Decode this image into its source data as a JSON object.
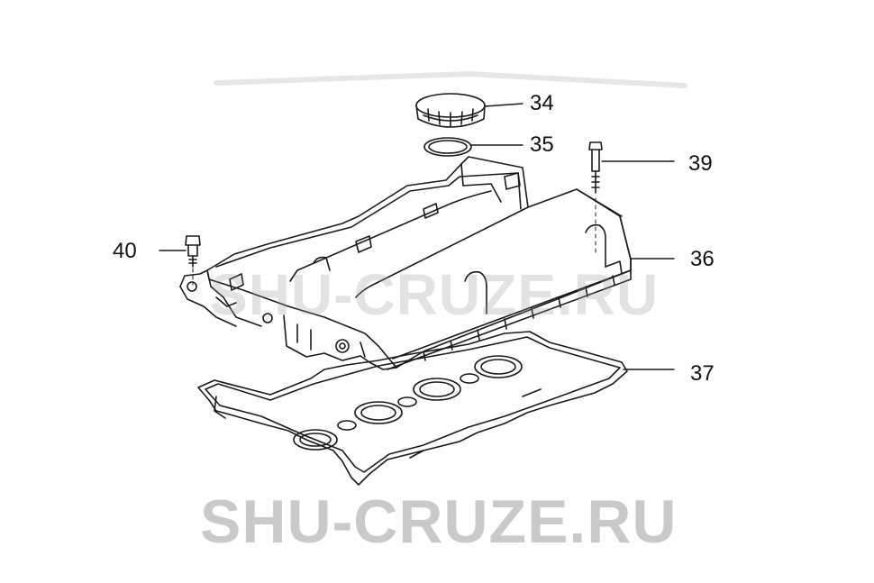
{
  "callouts": [
    {
      "id": "34",
      "label": "34"
    },
    {
      "id": "35",
      "label": "35"
    },
    {
      "id": "39",
      "label": "39"
    },
    {
      "id": "40",
      "label": "40"
    },
    {
      "id": "36",
      "label": "36"
    },
    {
      "id": "37",
      "label": "37"
    }
  ],
  "watermarks": {
    "center": "SHU-CRUZE.RU",
    "bottom": "SHU-CRUZE.RU"
  },
  "colors": {
    "line": "#1a1a1a",
    "watermark_center": "#969696",
    "watermark_bottom": "#c9c9c9",
    "background": "#ffffff"
  }
}
